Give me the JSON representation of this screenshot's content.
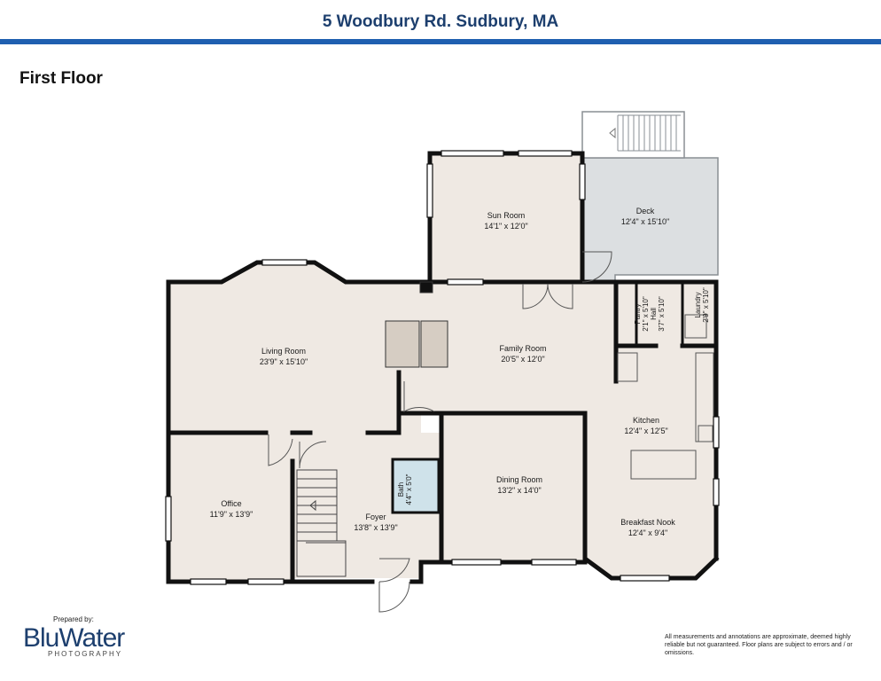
{
  "header": {
    "title": "5 Woodbury Rd. Sudbury, MA",
    "accent_color": "#1f5fb0"
  },
  "floor": {
    "label": "First Floor"
  },
  "rooms": {
    "sun_room": {
      "name": "Sun Room",
      "dims": "14'1\" x 12'0\""
    },
    "deck": {
      "name": "Deck",
      "dims": "12'4\" x 15'10\""
    },
    "living_room": {
      "name": "Living Room",
      "dims": "23'9\" x 15'10\""
    },
    "family_room": {
      "name": "Family Room",
      "dims": "20'5\" x 12'0\""
    },
    "pantry": {
      "name": "Pantry",
      "dims": "2'1\" x 5'10\""
    },
    "hall": {
      "name": "Hall",
      "dims": "3'7\" x 5'10\""
    },
    "laundry": {
      "name": "Laundry",
      "dims": "2'9\" x 5'10\""
    },
    "kitchen": {
      "name": "Kitchen",
      "dims": "12'4\" x 12'5\""
    },
    "office": {
      "name": "Office",
      "dims": "11'9\" x 13'9\""
    },
    "bath": {
      "name": "Bath",
      "dims": "4'4\" x 5'0\""
    },
    "foyer": {
      "name": "Foyer",
      "dims": "13'8\" x 13'9\""
    },
    "dining_room": {
      "name": "Dining Room",
      "dims": "13'2\" x 14'0\""
    },
    "breakfast_nook": {
      "name": "Breakfast Nook",
      "dims": "12'4\" x 9'4\""
    }
  },
  "footer": {
    "prepared_by": "Prepared by:",
    "brand": "BluWater",
    "brand_sub": "PHOTOGRAPHY",
    "disclaimer": "All measurements and annotations are approximate, deemed highly reliable but not guaranteed. Floor plans are subject to errors and / or omissions."
  },
  "colors": {
    "floor_fill": "#efe9e3",
    "deck_fill": "#dcdfe1",
    "wall": "#111111",
    "bath_fill": "#cfe2ea"
  }
}
